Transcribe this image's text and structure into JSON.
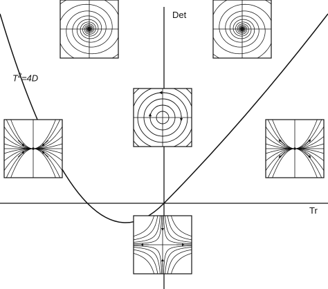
{
  "axes": {
    "vertical_label": "Det",
    "horizontal_label": "Tr"
  },
  "curve": {
    "label_base": "T",
    "label_exponent": "2",
    "label_rest": "=4D"
  },
  "phase_portraits": [
    {
      "id": "spiral-sink",
      "type": "spiral",
      "stability": "stable"
    },
    {
      "id": "spiral-source",
      "type": "spiral",
      "stability": "unstable"
    },
    {
      "id": "center",
      "type": "center"
    },
    {
      "id": "node-sink",
      "type": "node",
      "stability": "stable"
    },
    {
      "id": "node-source",
      "type": "node",
      "stability": "unstable"
    },
    {
      "id": "saddle",
      "type": "saddle"
    }
  ],
  "colors": {
    "ink": "#111111",
    "background": "#ffffff"
  }
}
